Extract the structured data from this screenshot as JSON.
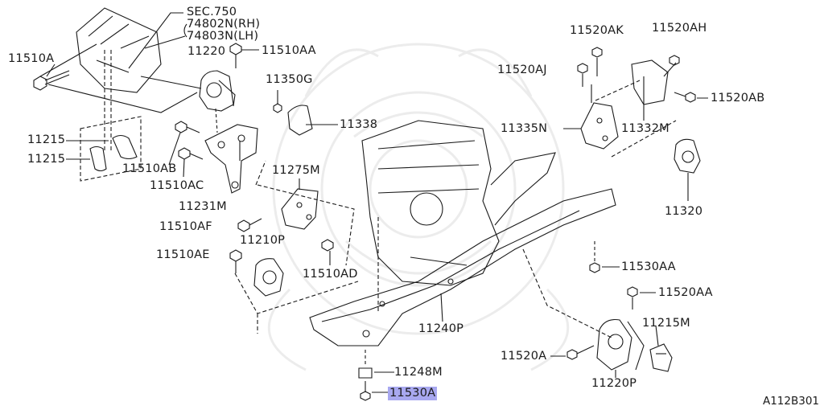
{
  "diagram": {
    "reference_code": "A112B301",
    "highlighted_part": "11530A",
    "colors": {
      "line": "#1a1a1a",
      "highlight": "#a8a8f0",
      "watermark": "#ececec",
      "background": "#ffffff"
    },
    "callouts": {
      "sec": "SEC.750",
      "sec_rh": "74802N(RH)",
      "sec_lh": "74803N(LH)",
      "p11510A": "11510A",
      "p11220": "11220",
      "p11510AA": "11510AA",
      "p11350G": "11350G",
      "p11338": "11338",
      "p11215_top": "11215",
      "p11215_bottom": "11215",
      "p11510AB": "11510AB",
      "p11510AC": "11510AC",
      "p11231M": "11231M",
      "p11275M": "11275M",
      "p11510AF": "11510AF",
      "p11210P": "11210P",
      "p11510AE": "11510AE",
      "p11510AD": "11510AD",
      "p11240P": "11240P",
      "p11248M": "11248M",
      "p11530A": "11530A",
      "p11520AK": "11520AK",
      "p11520AH": "11520AH",
      "p11520AJ": "11520AJ",
      "p11520AB": "11520AB",
      "p11335N": "11335N",
      "p11332M": "11332M",
      "p11320": "11320",
      "p11530AA": "11530AA",
      "p11520AA": "11520AA",
      "p11215M": "11215M",
      "p11520A": "11520A",
      "p11220P": "11220P"
    }
  }
}
